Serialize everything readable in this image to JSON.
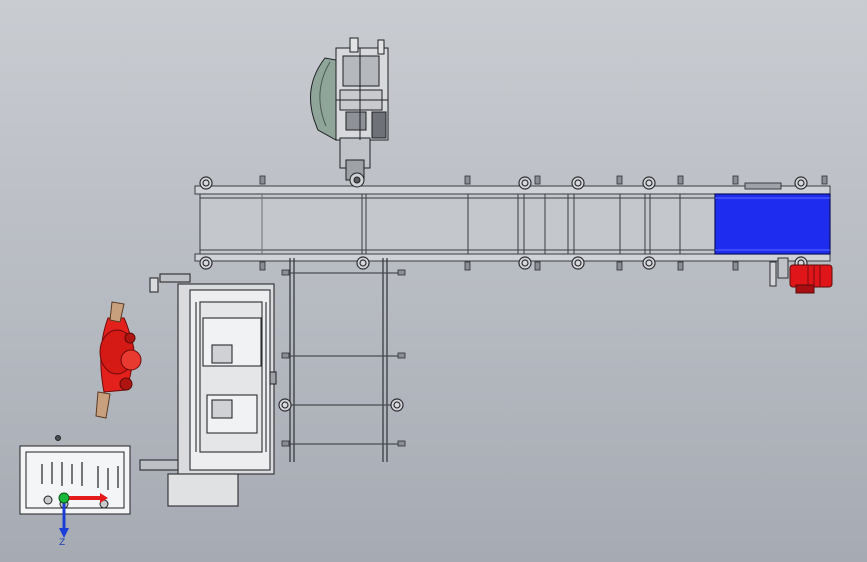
{
  "scene": {
    "title": "",
    "background_colors": [
      "#c9ccd1",
      "#a6aab2"
    ]
  },
  "components": {
    "robot": {
      "name": "robot-arm"
    },
    "main_conveyor": {
      "name": "roller-conveyor"
    },
    "infeed_section": {
      "color": "#1e2cf0"
    },
    "drive_motor": {
      "color": "#e0151a"
    },
    "ladder_conveyor": {
      "name": "ladder-conveyor"
    },
    "machine_frame": {
      "name": "machine-frame"
    },
    "operator": {
      "color": "#e3201c"
    },
    "control_panel": {
      "name": "control-panel"
    }
  },
  "triad": {
    "z_label": "Z",
    "x_color": "#e31b1b",
    "y_color": "#19b83a",
    "z_color": "#1b3fd6"
  }
}
